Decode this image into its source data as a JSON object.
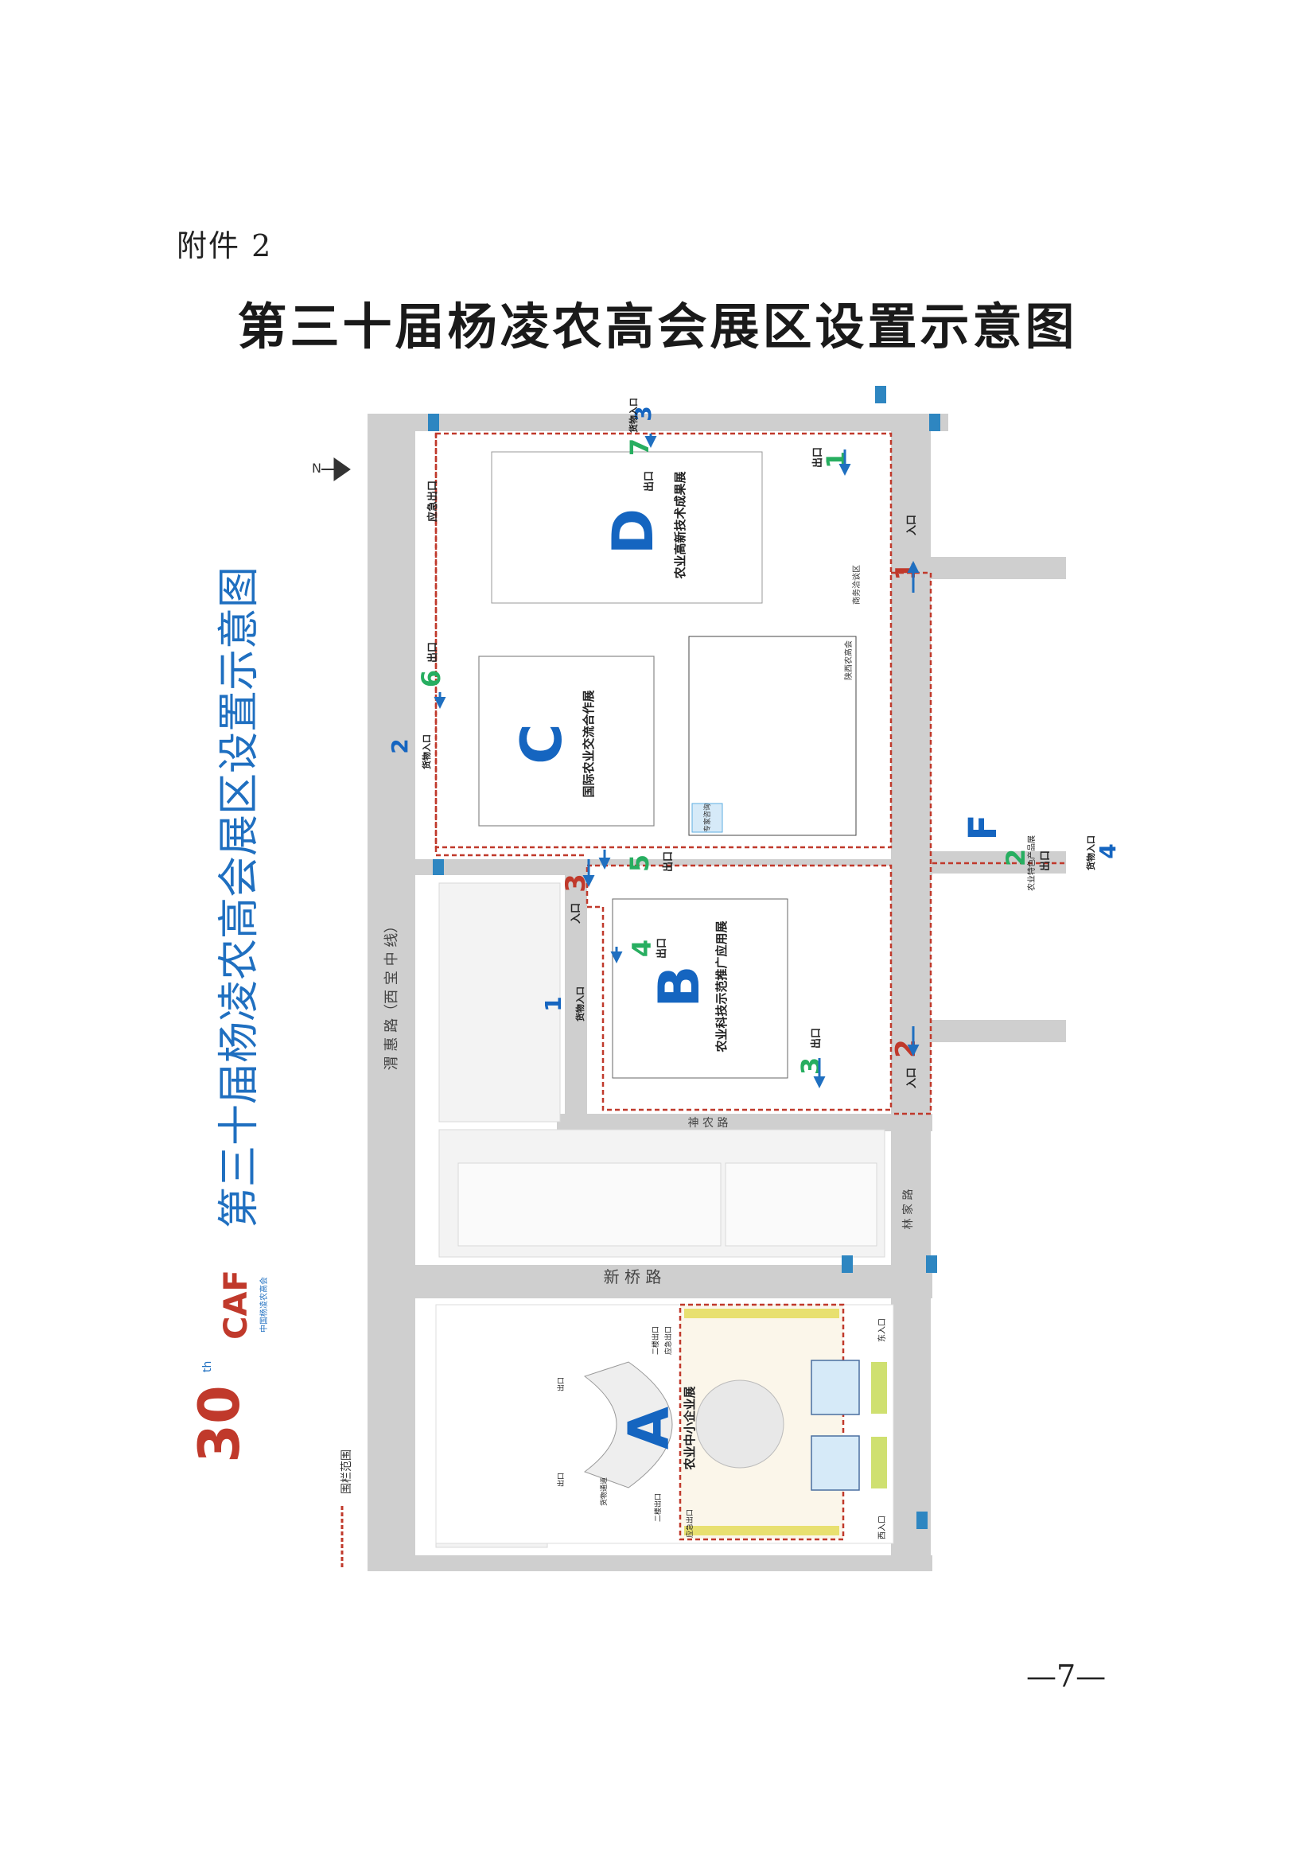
{
  "attachment_label": "附件 2",
  "title": "第三十届杨凌农高会展区设置示意图",
  "page_number": "—7—",
  "map": {
    "rotated_title": "第三十届杨凌农高会展区设置示意图",
    "logo": {
      "number": "30",
      "superscript": "th",
      "brand": "CAF",
      "brand_sub": "中国杨凌农高会"
    },
    "legend_label": "围栏范围",
    "north": "N",
    "roads": {
      "weihui": "渭 惠 路（西 宝 中 线）",
      "xinqiao": "新 桥 路",
      "shennong": "神 农 路",
      "linjia": "林 家 路"
    },
    "zones": [
      {
        "letter": "A",
        "name": "农业中小企业展"
      },
      {
        "letter": "B",
        "name": "农业科技示范推广应用展"
      },
      {
        "letter": "C",
        "name": "国际农业交流合作展"
      },
      {
        "letter": "D",
        "name": "农业高新技术成果展"
      },
      {
        "letter": "F",
        "name": "农业特色产品展"
      }
    ],
    "gates": {
      "in1": "入口",
      "in1_num": "1",
      "in2": "入口",
      "in2_num": "2",
      "in3": "入口",
      "in3_num": "3",
      "out1": "出口",
      "out1_num": "1",
      "out2": "出口",
      "out2_num": "2",
      "out3": "出口",
      "out3_num": "3",
      "out4": "出口",
      "out4_num": "4",
      "out5": "出口",
      "out5_num": "5",
      "out6": "出口",
      "out6_num": "6",
      "out7": "出口",
      "out7_num": "7",
      "emergency": "应急出口",
      "goods1": "货物入口",
      "goods1_num": "1",
      "goods2": "货物入口",
      "goods2_num": "2",
      "goods3": "货物入口",
      "goods3_num": "3",
      "goods4": "货物入口",
      "goods4_num": "4",
      "east_in": "东入口",
      "west_in": "西入口"
    },
    "labels": {
      "business": "商务洽谈区",
      "shaanxi": "陕西农高会",
      "expert": "专家咨询",
      "a_emergency1": "应急出口",
      "a_emergency2": "应急出口",
      "a_second_out1": "二楼出口",
      "a_second_out2": "二楼出口",
      "a_goods": "货物通道",
      "a_out1": "出口",
      "a_out2": "出口"
    }
  }
}
